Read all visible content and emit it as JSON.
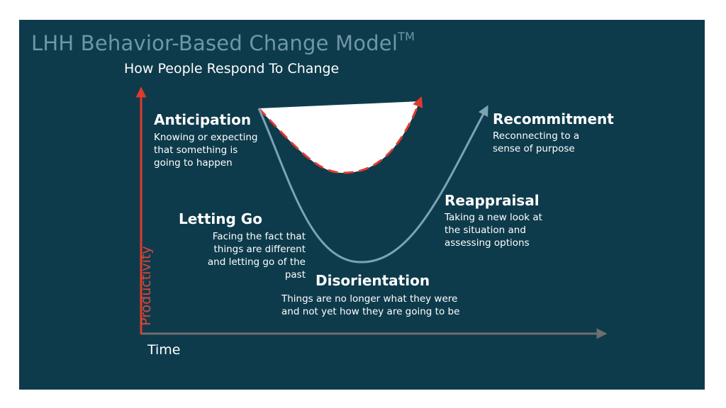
{
  "diagram": {
    "title": "LHH Behavior-Based Change Model",
    "title_mark": "TM",
    "subtitle": "How People Respond To Change",
    "y_axis_label": "Productivity",
    "x_axis_label": "Time",
    "stages": [
      {
        "name": "Anticipation",
        "desc_lines": [
          "Knowing or expecting",
          "that something is",
          "going to happen"
        ]
      },
      {
        "name": "Letting Go",
        "desc_lines": [
          "Facing the fact that",
          "things are different",
          "and letting go of the",
          "past"
        ]
      },
      {
        "name": "Disorientation",
        "desc_lines": [
          "Things are no longer what they were",
          "and not yet how they are going to be"
        ]
      },
      {
        "name": "Reappraisal",
        "desc_lines": [
          "Taking a new look at",
          "the situation and",
          "assessing options"
        ]
      },
      {
        "name": "Recommitment",
        "desc_lines": [
          "Reconnecting to a",
          "sense of purpose"
        ]
      }
    ]
  },
  "colors": {
    "background": "#0e3b4b",
    "title": "#6f97a6",
    "curve": "#7aa3b4",
    "accent_red": "#e03a2e",
    "axis_gray": "#6e6e6e",
    "text": "#ffffff"
  }
}
